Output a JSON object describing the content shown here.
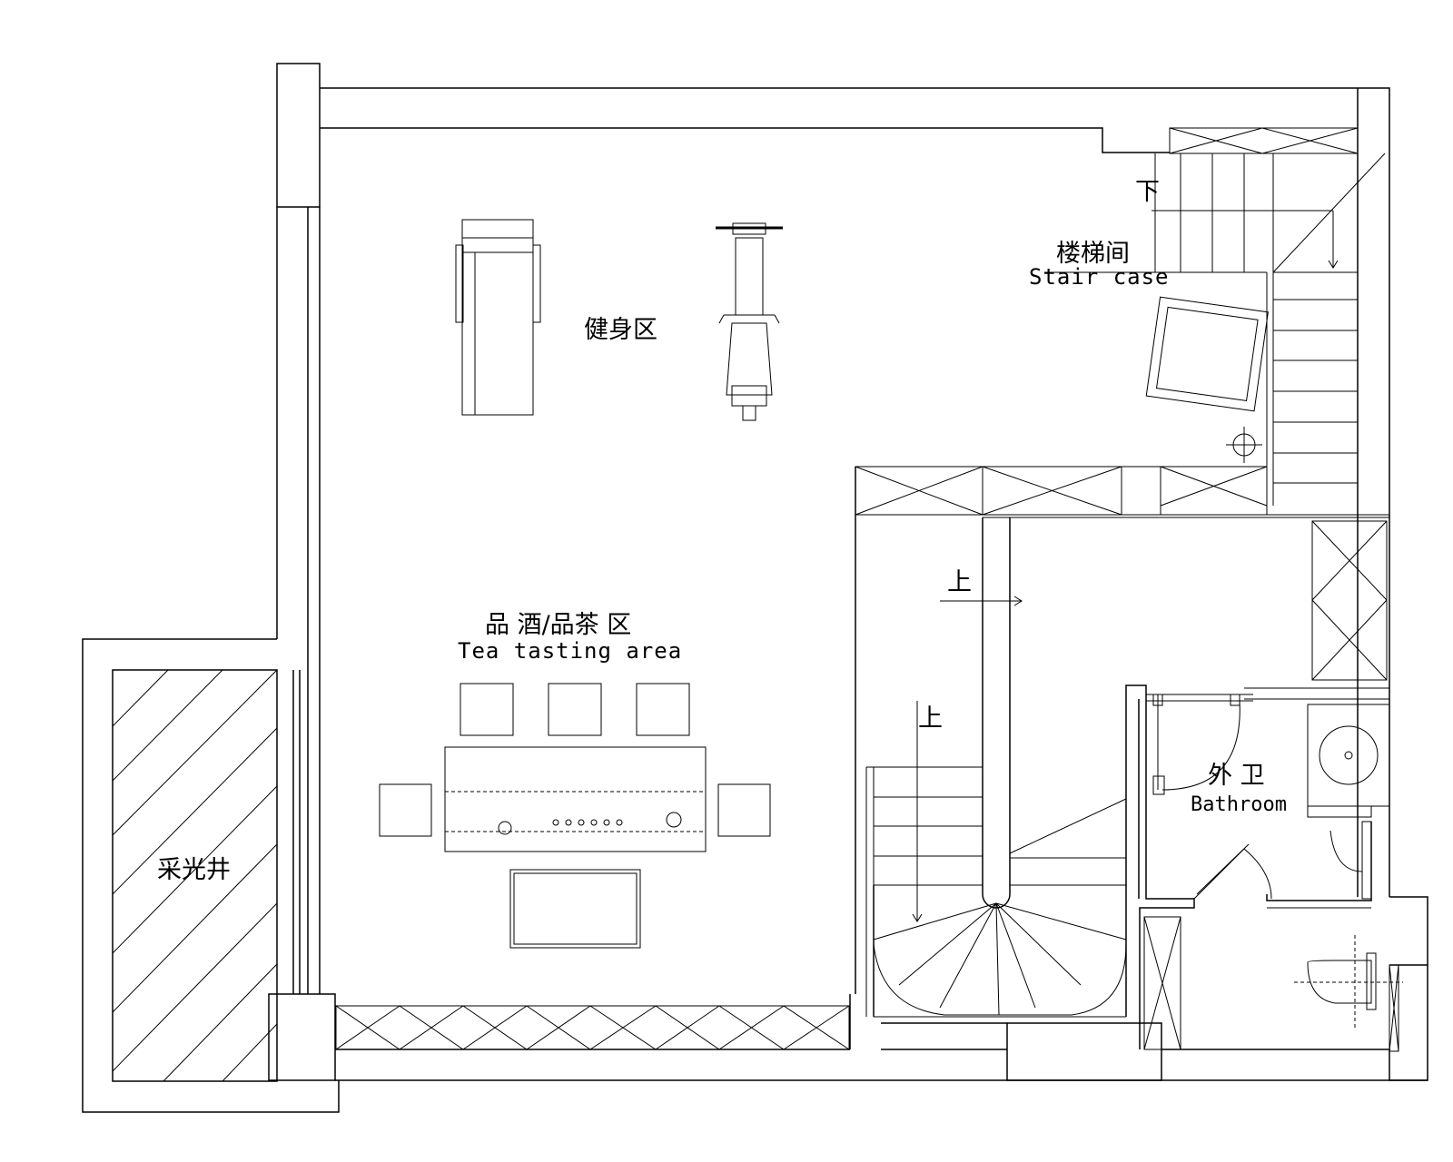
{
  "labels": {
    "fitness": "健身区",
    "stair_cn": "楼梯间",
    "stair_en": "Stair case",
    "down": "下",
    "up1": "上",
    "up2": "上",
    "tea_cn": "品 酒/品茶 区",
    "tea_en": "Tea tasting area",
    "bath_cn": "外 卫",
    "bath_en": "Bathroom",
    "lightwell": "采光井"
  }
}
